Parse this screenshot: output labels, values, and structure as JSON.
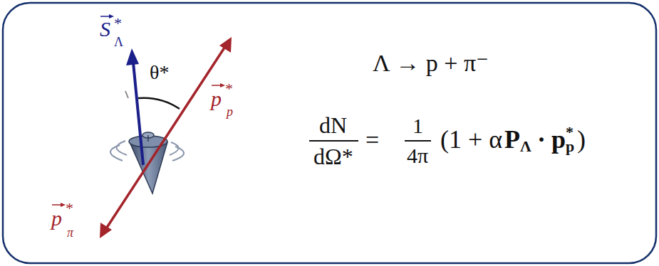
{
  "diagram": {
    "labels": [
      "S",
      "*",
      "Λ",
      "θ*",
      "p",
      "*",
      "p",
      "p",
      "*",
      "π",
      "Λ → p + π⁻",
      "dN",
      "dΩ*",
      "=",
      "1",
      "4π",
      "(1 + α",
      "P",
      "Λ",
      "·",
      "p",
      "*",
      "p",
      ")"
    ]
  }
}
